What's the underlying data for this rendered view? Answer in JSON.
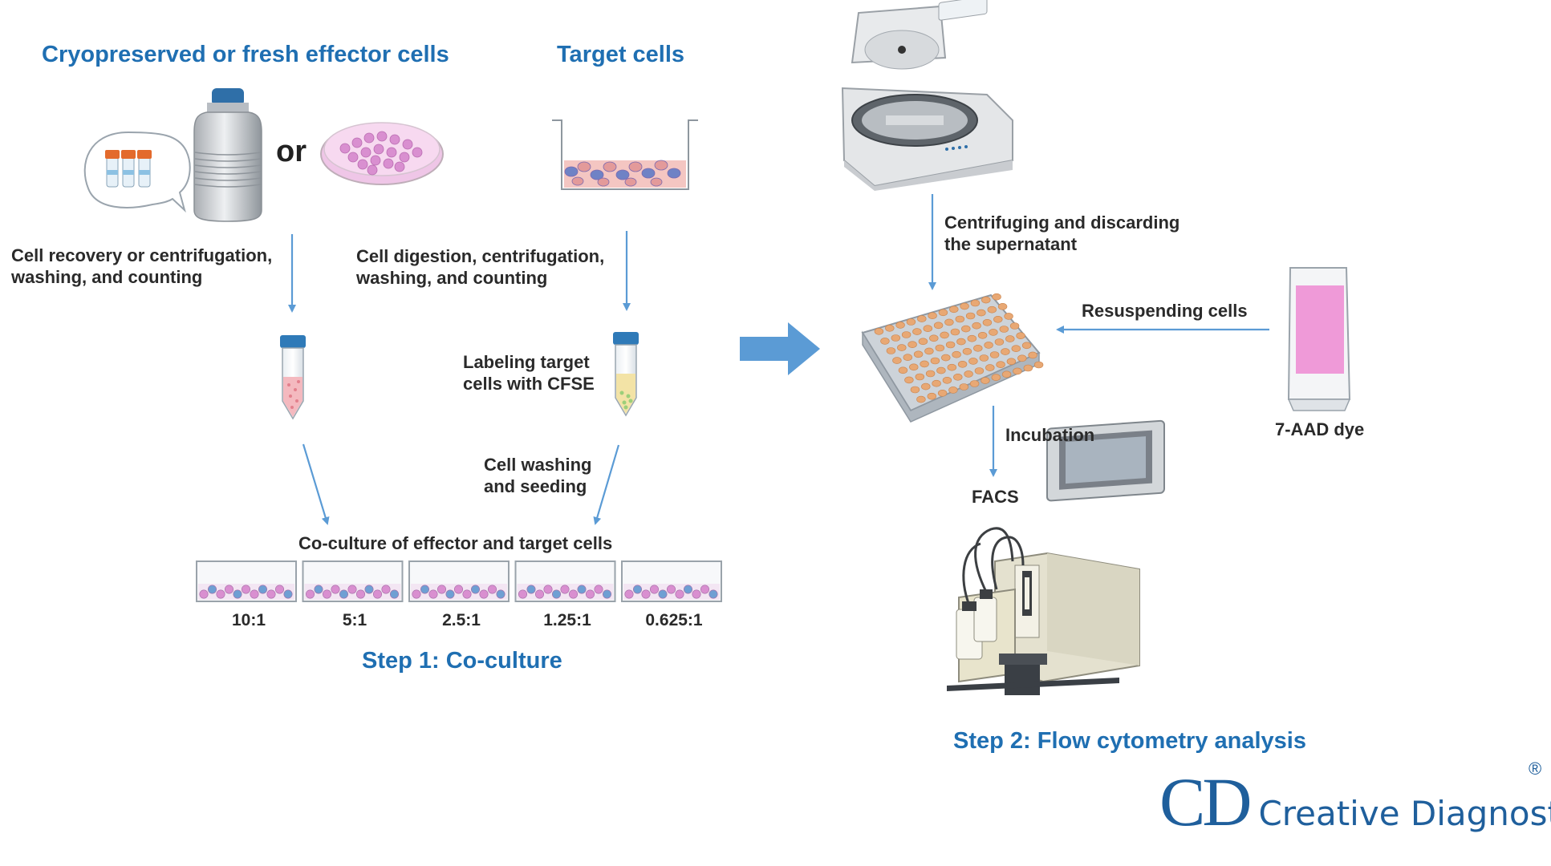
{
  "colors": {
    "heading_blue": "#1f6fb2",
    "arrow_blue": "#5b9bd5",
    "text_dark": "#2a2a2a",
    "cell_pink": "#d98fd0",
    "cell_blue": "#6f9fd3",
    "plate_well": "#e8a874",
    "dye_pink": "#ef9ad8",
    "brand_blue": "#1f5f9c"
  },
  "step1": {
    "effector_title": "Cryopreserved or fresh effector cells",
    "or_label": "or",
    "target_title": "Target cells",
    "effector_process": "Cell recovery or centrifugation,\nwashing, and counting",
    "target_process": "Cell digestion, centrifugation,\nwashing, and counting",
    "labeling": "Labeling target\ncells with CFSE",
    "wash_seed": "Cell washing\nand seeding",
    "coculture_title": "Co-culture of effector and target cells",
    "ratios": [
      "10:1",
      "5:1",
      "2.5:1",
      "1.25:1",
      "0.625:1"
    ],
    "step_title": "Step 1: Co-culture"
  },
  "step2": {
    "centrifuge_text": "Centrifuging and discarding\nthe supernatant",
    "resuspend_text": "Resuspending cells",
    "dye_label": "7-AAD dye",
    "incubation": "Incubation",
    "facs": "FACS",
    "step_title": "Step 2: Flow cytometry analysis"
  },
  "brand": {
    "mark": "CD",
    "name": "Creative Diagnostics",
    "reg": "®"
  },
  "icons": [
    "speech-bubble-vials-icon",
    "cryo-dewar-icon",
    "petri-dish-icon",
    "culture-dish-icon",
    "centrifuge-tube-icon",
    "centrifuge-icon",
    "well-plate-icon",
    "dye-reservoir-icon",
    "flow-cytometer-icon",
    "coculture-well-icon",
    "flow-arrow-icon"
  ]
}
